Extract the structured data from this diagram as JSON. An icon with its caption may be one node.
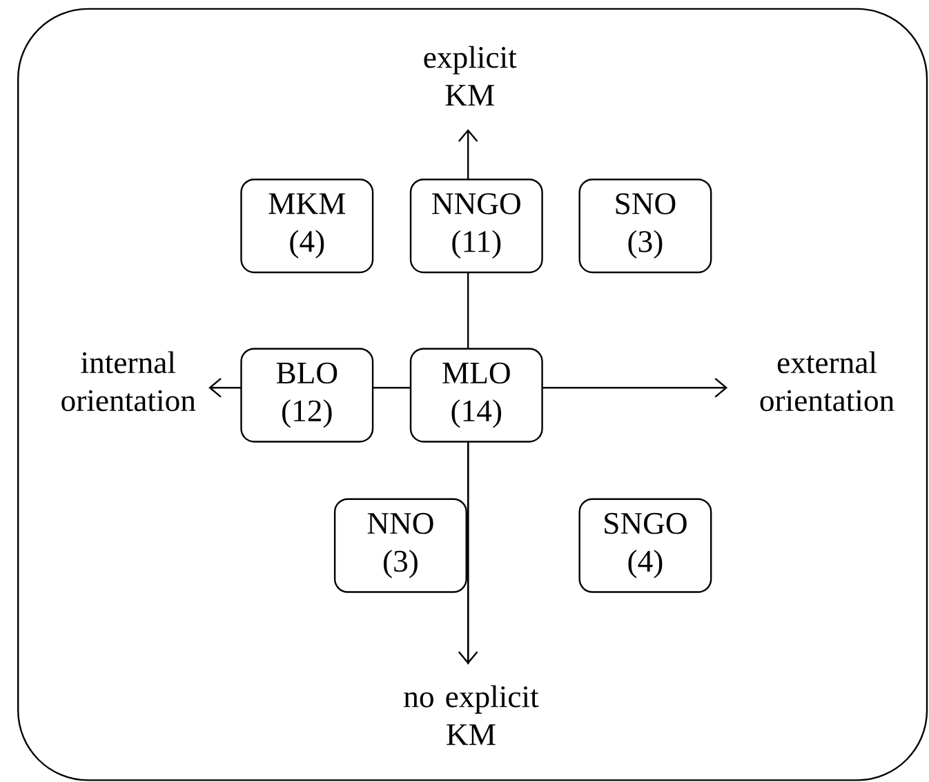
{
  "diagram": {
    "nodes": [
      {
        "text": [],
        "shape": "box"
      },
      {
        "text": [
          "MKM (4)"
        ],
        "in": 0
      },
      {
        "text": [
          "NNGO (11)"
        ],
        "in": 0
      },
      {
        "text": [
          "SNO (3)"
        ],
        "in": 0
      },
      {
        "text": [
          "BLO (12)"
        ],
        "in": 0
      },
      {
        "text": [
          "MLO (14)"
        ],
        "in": 0
      },
      {
        "text": [
          "NNO (3)"
        ],
        "in": 0
      },
      {
        "text": [
          "SNGO (4)"
        ],
        "in": 0
      }
    ],
    "labels": [
      "explicit KM",
      "internal orientation",
      "external orientation",
      "no explicit KM"
    ]
  }
}
